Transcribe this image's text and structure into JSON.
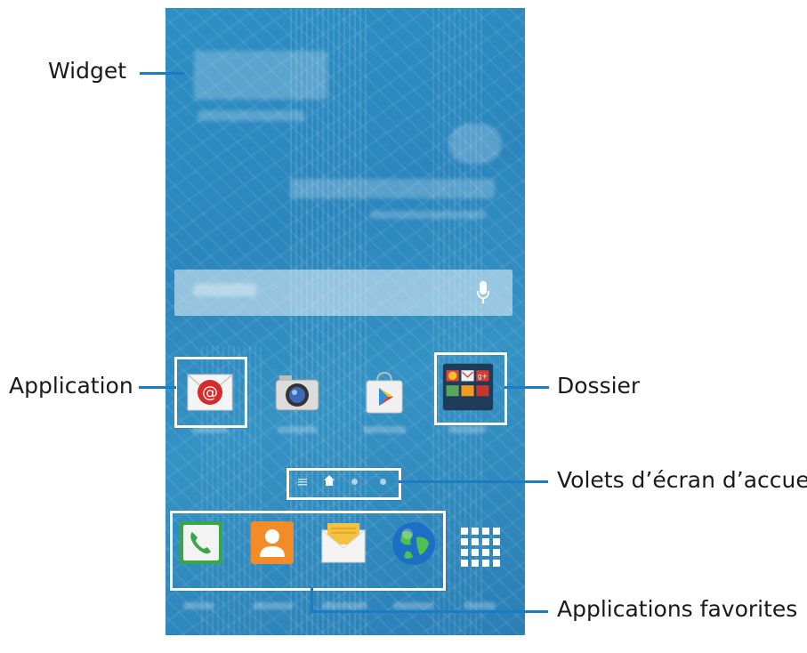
{
  "labels": {
    "widget": "Widget",
    "application": "Application",
    "dossier": "Dossier",
    "panels": "Volets d’écran d’accueil",
    "favorites": "Applications favorites"
  },
  "colors": {
    "callout_line": "#1b7cc1",
    "wallpaper": "#2d8fc4",
    "highlight": "#ffffff"
  },
  "screen": {
    "search_icon": "microphone-icon",
    "home_apps": [
      "email-icon",
      "camera-icon",
      "play-store-icon",
      "folder-icon"
    ],
    "favorites": [
      "phone-icon",
      "contacts-icon",
      "messages-icon",
      "internet-icon"
    ],
    "apps_button": "apps-grid-icon"
  }
}
